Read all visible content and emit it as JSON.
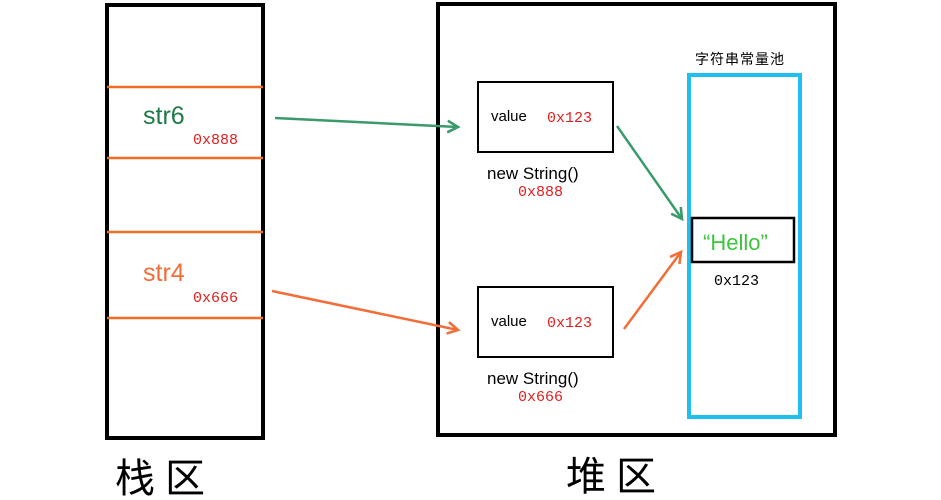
{
  "colors": {
    "frame": "#000000",
    "stack_divider": "#f26d24",
    "pool_border": "#1ec0f0",
    "green": "#3a9a6a",
    "str6_text": "#1e7a46",
    "orange": "#f26d38",
    "addr_red": "#e02020",
    "hello_green": "#3ec43e"
  },
  "stack": {
    "title": "栈区",
    "slots": [
      {
        "name": "str6",
        "address": "0x888"
      },
      {
        "name": "str4",
        "address": "0x666"
      }
    ]
  },
  "heap": {
    "title": "堆区",
    "objects": [
      {
        "field": "value",
        "field_value": "0x123",
        "label": "new String()",
        "address": "0x888"
      },
      {
        "field": "value",
        "field_value": "0x123",
        "label": "new String()",
        "address": "0x666"
      }
    ],
    "pool": {
      "title": "字符串常量池",
      "literal": "“Hello”",
      "literal_address": "0x123"
    }
  }
}
